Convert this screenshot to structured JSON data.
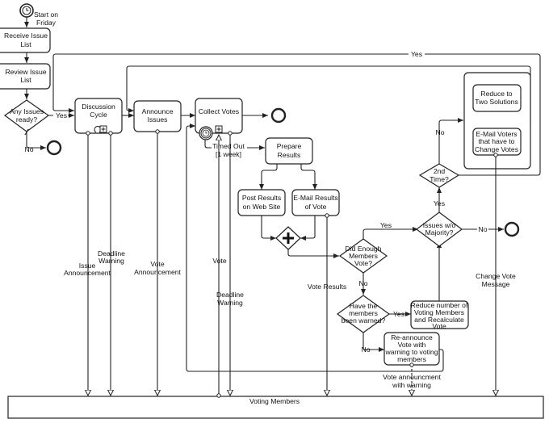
{
  "diagram": {
    "type": "BPMN process diagram",
    "start_event": {
      "label": "Start on Friday",
      "kind": "timer"
    },
    "tasks": {
      "receive_issue_list": [
        "Receive Issue",
        "List"
      ],
      "review_issue_list": [
        "Review Issue",
        "List"
      ],
      "discussion_cycle": [
        "Discussion",
        "Cycle"
      ],
      "announce_issues": [
        "Announce",
        "Issues"
      ],
      "collect_votes": [
        "Collect Votes"
      ],
      "prepare_results": [
        "Prepare",
        "Results"
      ],
      "post_results": [
        "Post Results",
        "on Web Site"
      ],
      "email_results": [
        "E-Mail Results",
        "of Vote"
      ],
      "reduce_two_solutions": [
        "Reduce to",
        "Two Solutions"
      ],
      "email_voters_change": [
        "E-Mail Voters",
        "that have to",
        "Change Votes"
      ],
      "reduce_voting_members": [
        "Reduce number of",
        "Voting Members",
        "and Recalculate",
        "Vote"
      ],
      "reannounce_vote": [
        "Re-announce",
        "Vote with",
        "warning to voting",
        "members"
      ]
    },
    "gateways": {
      "any_issues_ready": [
        "Any Issues",
        "ready?"
      ],
      "did_enough_vote": [
        "Did Enough",
        "Members",
        "Vote?"
      ],
      "members_warned": [
        "Have the",
        "members",
        "been warned?"
      ],
      "issues_no_majority": [
        "Issues w/o",
        "Majority?"
      ],
      "second_time": [
        "2nd",
        "Time?"
      ]
    },
    "timer_event": [
      "Timed Out",
      "[1 week]"
    ],
    "flow_labels": {
      "yes": "Yes",
      "no": "No"
    },
    "message_flows": {
      "issue_announcement": [
        "Issue",
        "Announcement"
      ],
      "deadline_warning_1": [
        "Deadline",
        "Warning"
      ],
      "vote_announcement": [
        "Vote",
        "Announcement"
      ],
      "vote": [
        "Vote"
      ],
      "deadline_warning_2": [
        "Deadline",
        "Warning"
      ],
      "vote_results": [
        "Vote Results"
      ],
      "vote_announcement_warning": [
        "Vote announcment",
        "with warning"
      ],
      "change_vote_message": [
        "Change Vote",
        "Message"
      ]
    },
    "pool": {
      "label": "Voting Members"
    }
  }
}
